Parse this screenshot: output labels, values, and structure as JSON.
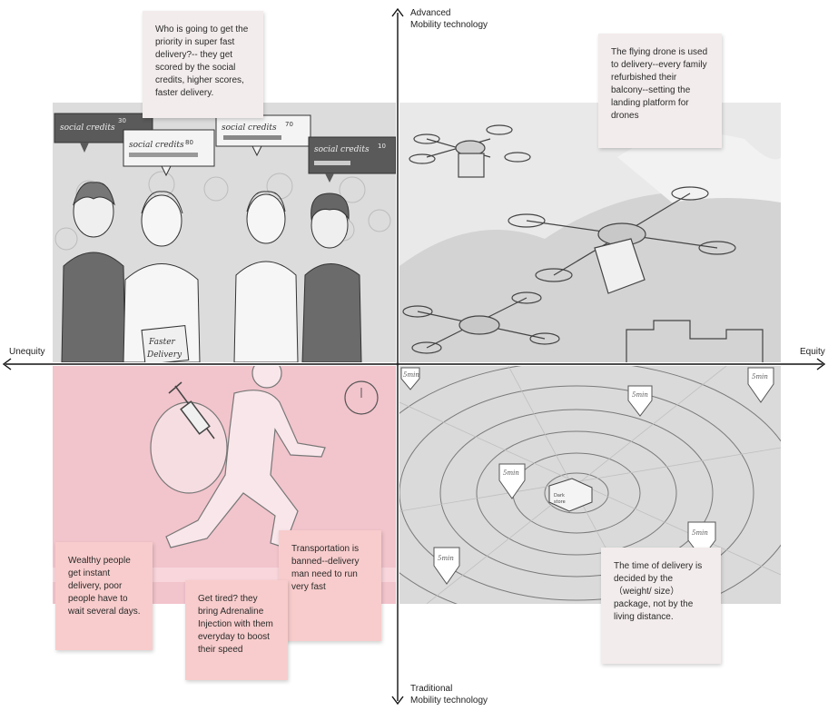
{
  "axes": {
    "top_line1": "Advanced",
    "top_line2": "Mobility technology",
    "bottom_line1": "Traditional",
    "bottom_line2": "Mobility technology",
    "left": "Unequity",
    "right": "Equity"
  },
  "notes": {
    "priority": "Who is going to get the priority in super fast delivery?-- they get scored by the social credits, higher scores, faster delivery.",
    "drone": "The flying drone is used to delivery--every family refurbished their balcony--setting the landing platform for drones",
    "wealthy": "Wealthy people get instant delivery, poor people have to wait several days.",
    "tired": "Get tired? they bring Adrenaline Injection with them everyday to boost their speed",
    "transport": "Transportation is banned--delivery man need to run very fast",
    "time": "The time of delivery is decided by the （weight/ size） package, not by the living distance."
  },
  "sketch_text": {
    "social_credits": "social credits",
    "credit_1": "30",
    "credit_2": "80",
    "credit_3": "70",
    "credit_4": "10",
    "bag_line1": "Faster",
    "bag_line2": "Delivery",
    "pin_label": "5min",
    "box_line1": "Dark",
    "box_line2": "store"
  },
  "colors": {
    "sketch_gray": "#dcdcdc",
    "bottom_left_pink": "#f2c4cc",
    "note_light": "#f3ecec",
    "note_pink": "#f8cccc"
  }
}
